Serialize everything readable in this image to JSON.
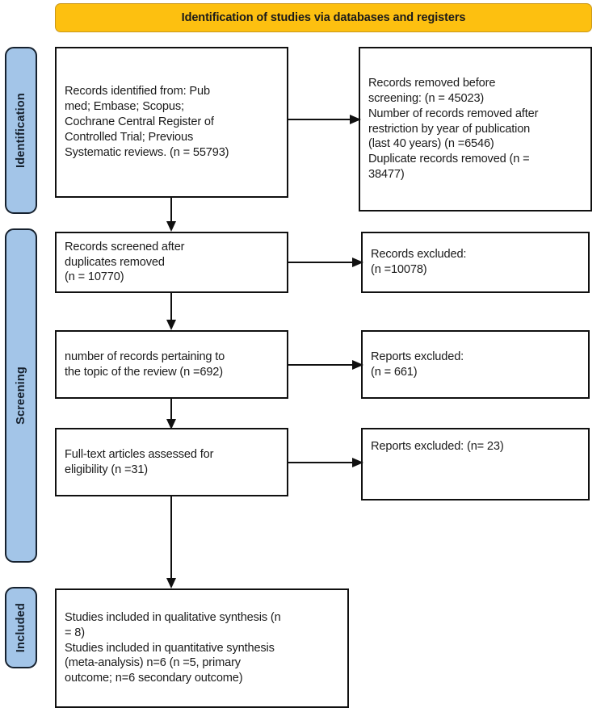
{
  "banner": {
    "title": "Identification of studies via databases and registers",
    "bg_color": "#FDC010"
  },
  "rails": [
    {
      "label": "Identification",
      "color": "#A3C5E8"
    },
    {
      "label": "Screening",
      "color": "#A3C5E8"
    },
    {
      "label": "Included",
      "color": "#A3C5E8"
    }
  ],
  "nodes": {
    "identified": "Records identified from: Pub\nmed; Embase; Scopus;\nCochrane Central Register of\nControlled Trial; Previous\nSystematic reviews. (n = 55793)",
    "removed_before_screening": "Records removed before\nscreening: (n = 45023)\nNumber of records removed after\nrestriction by year of publication\n(last 40 years) (n =6546)\nDuplicate records removed (n =\n38477)",
    "screened": "Records screened after\nduplicates removed\n(n = 10770)",
    "records_excluded": "Records excluded:\n(n =10078)",
    "pertaining": "number of records pertaining to\nthe topic of the review (n =692)",
    "reports_excluded_1": "Reports excluded:\n(n = 661)",
    "fulltext": "Full-text articles assessed for\neligibility (n =31)",
    "reports_excluded_2": "Reports excluded: (n= 23)",
    "included": "Studies included in qualitative synthesis (n\n= 8)\nStudies included in quantitative synthesis\n(meta-analysis) n=6 (n =5, primary\noutcome; n=6 secondary outcome)"
  },
  "chart_data": {
    "type": "diagram",
    "title": "Identification of studies via databases and registers",
    "stages": [
      "Identification",
      "Screening",
      "Included"
    ],
    "flow": [
      {
        "id": "identified",
        "stage": "Identification",
        "n": 55793,
        "label": "Records identified from: Pub med; Embase; Scopus; Cochrane Central Register of Controlled Trial; Previous Systematic reviews. (n = 55793)"
      },
      {
        "id": "removed_before_screening",
        "stage": "Identification",
        "side": "right",
        "label": "Records removed before screening: (n = 45023) Number of records removed after restriction by year of publication (last 40 years) (n =6546) Duplicate records removed (n = 38477)",
        "removed_before_screening": 45023,
        "removed_by_year_restriction": 6546,
        "duplicates_removed": 38477
      },
      {
        "id": "screened",
        "stage": "Screening",
        "n": 10770,
        "label": "Records screened after duplicates removed (n = 10770)"
      },
      {
        "id": "records_excluded",
        "stage": "Screening",
        "side": "right",
        "n": 10078,
        "label": "Records excluded: (n =10078)"
      },
      {
        "id": "pertaining",
        "stage": "Screening",
        "n": 692,
        "label": "number of records pertaining to the topic of the review (n =692)"
      },
      {
        "id": "reports_excluded_1",
        "stage": "Screening",
        "side": "right",
        "n": 661,
        "label": "Reports excluded: (n = 661)"
      },
      {
        "id": "fulltext",
        "stage": "Screening",
        "n": 31,
        "label": "Full-text articles assessed for eligibility (n =31)"
      },
      {
        "id": "reports_excluded_2",
        "stage": "Screening",
        "side": "right",
        "n": 23,
        "label": "Reports excluded: (n= 23)"
      },
      {
        "id": "included",
        "stage": "Included",
        "qualitative_n": 8,
        "quantitative_n": 6,
        "primary_outcome_n": 5,
        "secondary_outcome_n": 6,
        "label": "Studies included in qualitative synthesis (n = 8) Studies included in quantitative synthesis (meta-analysis) n=6 (n =5, primary outcome; n=6 secondary outcome)"
      }
    ]
  }
}
